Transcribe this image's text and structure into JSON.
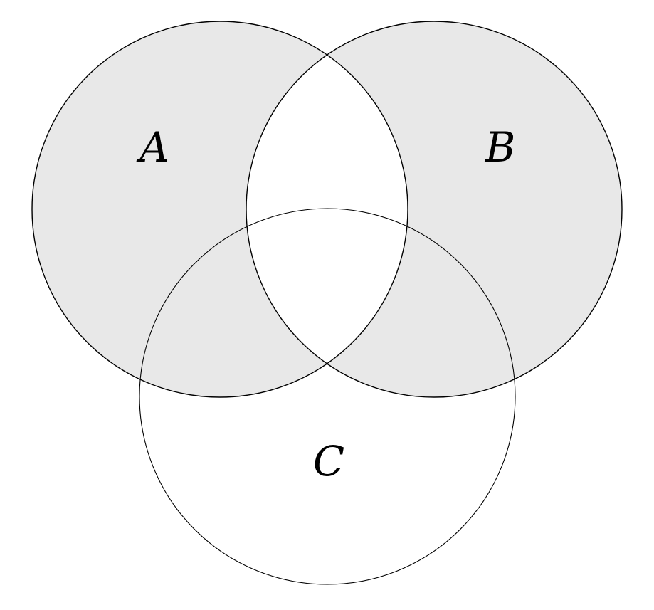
{
  "diagram": {
    "type": "venn-3-set",
    "set_labels": [
      "A",
      "B",
      "C"
    ],
    "shaded_region": "(A ∪ B) − (A ∩ B)",
    "unshaded_regions": [
      "A ∩ B",
      "A ∩ B ∩ C",
      "C − (A ∪ B)",
      "outside all sets"
    ],
    "colors": {
      "shade_fill": "#e8e8e8",
      "stroke": "#000000",
      "background": "#ffffff"
    }
  }
}
